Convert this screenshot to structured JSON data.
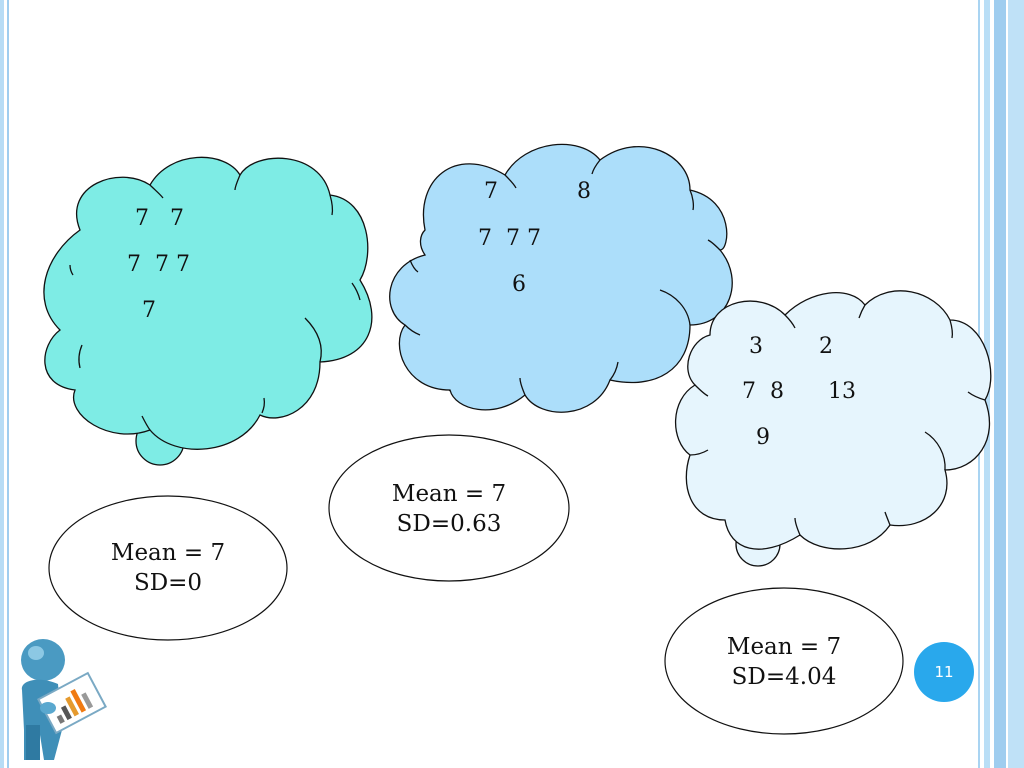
{
  "slide": {
    "page_number": "11",
    "clouds": [
      {
        "color": "#7eece5",
        "rows": [
          "7   7",
          "7  7 7",
          "7"
        ]
      },
      {
        "color": "#acdefa",
        "rows": [
          "7",
          "8",
          "7  7 7",
          "6"
        ]
      },
      {
        "color": "#e6f5fd",
        "rows": [
          "3",
          "2",
          "7  8",
          "13",
          "9"
        ]
      }
    ],
    "stats": [
      {
        "mean": "Mean = 7",
        "sd": "SD=0"
      },
      {
        "mean": "Mean = 7",
        "sd": "SD=0.63"
      },
      {
        "mean": "Mean = 7",
        "sd": "SD=4.04"
      }
    ],
    "clipart": "person-presenting-chart-icon"
  }
}
